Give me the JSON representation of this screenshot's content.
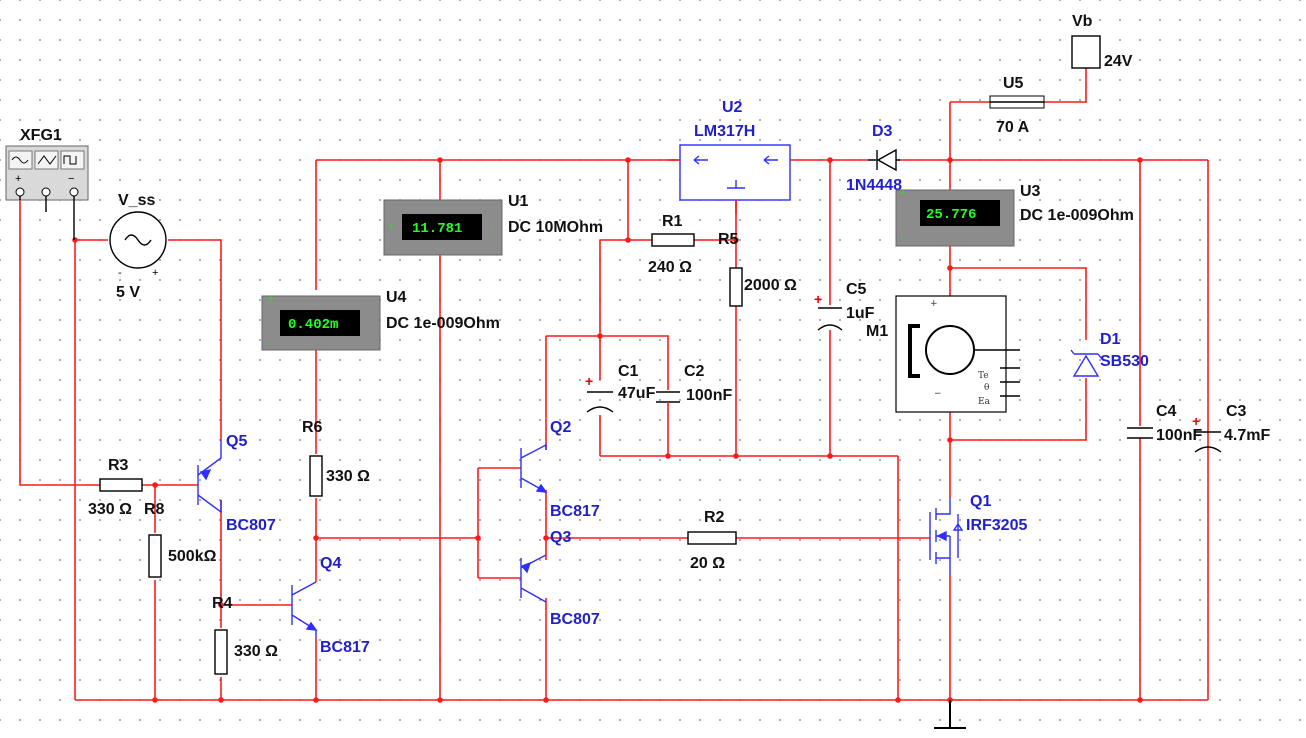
{
  "instrument": {
    "ref": "XFG1",
    "terminals": [
      "+",
      "",
      "−"
    ]
  },
  "sources": {
    "v_ss": {
      "ref": "V_ss",
      "value": "5 V",
      "neg": "-",
      "pos": "+"
    },
    "vb": {
      "ref": "Vb",
      "value": "24V"
    }
  },
  "regulator": {
    "ref": "U2",
    "part": "LM317H"
  },
  "fuse": {
    "ref": "U5",
    "value": "70 A"
  },
  "meters": {
    "u1": {
      "ref": "U1",
      "reading": "11.781",
      "mode": "DC  10MOhm"
    },
    "u3": {
      "ref": "U3",
      "reading": "25.776",
      "mode": "DC  1e-009Ohm"
    },
    "u4": {
      "ref": "U4",
      "reading": "0.402m",
      "mode": "DC  1e-009Ohm"
    }
  },
  "resistors": {
    "r1": {
      "ref": "R1",
      "value": "240 Ω"
    },
    "r2": {
      "ref": "R2",
      "value": "20 Ω"
    },
    "r3": {
      "ref": "R3",
      "value": "330 Ω"
    },
    "r4": {
      "ref": "R4",
      "value": "330 Ω"
    },
    "r5": {
      "ref": "R5",
      "value": "2000 Ω"
    },
    "r6": {
      "ref": "R6",
      "value": "330 Ω"
    },
    "r8": {
      "ref": "R8",
      "value": "500kΩ"
    }
  },
  "capacitors": {
    "c1": {
      "ref": "C1",
      "value": "47uF"
    },
    "c2": {
      "ref": "C2",
      "value": "100nF"
    },
    "c3": {
      "ref": "C3",
      "value": "4.7mF"
    },
    "c4": {
      "ref": "C4",
      "value": "100nF"
    },
    "c5": {
      "ref": "C5",
      "value": "1uF"
    }
  },
  "diodes": {
    "d1": {
      "ref": "D1",
      "part": "SB530"
    },
    "d3": {
      "ref": "D3",
      "part": "1N4448"
    }
  },
  "transistors": {
    "q1": {
      "ref": "Q1",
      "part": "IRF3205"
    },
    "q2": {
      "ref": "Q2",
      "part": "BC817"
    },
    "q3": {
      "ref": "Q3",
      "part": "BC807"
    },
    "q4": {
      "ref": "Q4",
      "part": "BC817"
    },
    "q5": {
      "ref": "Q5",
      "part": "BC807"
    }
  },
  "motor": {
    "ref": "M1",
    "labels": [
      "Te",
      "θ",
      "Ea"
    ]
  }
}
